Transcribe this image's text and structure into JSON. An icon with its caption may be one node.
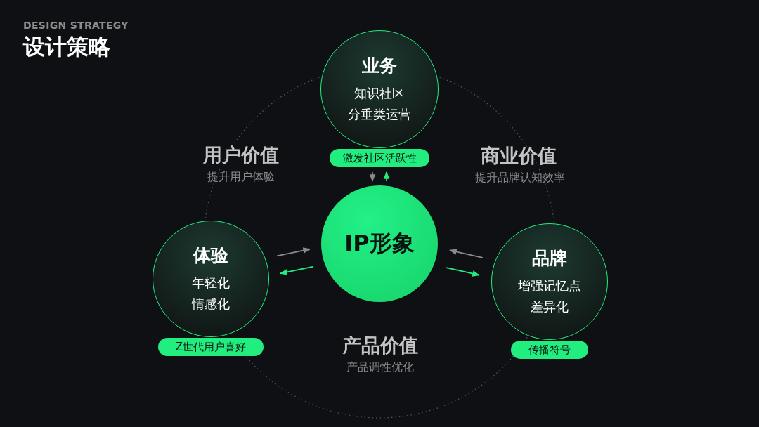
{
  "diagram": {
    "title": "设计策略",
    "nodes": [
      {
        "text": [
          "IP形象"
        ]
      },
      {
        "text": [
          "业务",
          "知识社区分垂类运营"
        ]
      },
      {
        "text": [
          "激发社区活跃性"
        ]
      },
      {
        "text": [
          "体验",
          "年轻化情感化"
        ]
      },
      {
        "text": [
          "Z世代用户喜好"
        ]
      },
      {
        "text": [
          "品牌",
          "增强记忆点差异化"
        ]
      },
      {
        "text": [
          "传播符号"
        ]
      }
    ],
    "edges": [
      {
        "from": 2,
        "to": 0,
        "arrow": "to",
        "color": "#8a8a8a"
      },
      {
        "from": 0,
        "to": 2,
        "arrow": "to",
        "color": "#22ee80"
      },
      {
        "from": 3,
        "to": 0,
        "arrow": "to",
        "color": "#8a8a8a"
      },
      {
        "from": 0,
        "to": 3,
        "arrow": "to",
        "color": "#22ee80"
      },
      {
        "from": 5,
        "to": 0,
        "arrow": "to",
        "color": "#8a8a8a"
      },
      {
        "from": 0,
        "to": 5,
        "arrow": "to",
        "color": "#22ee80"
      }
    ],
    "labels": [
      "DESIGN STRATEGY",
      "用户价值",
      "提升用户体验",
      "商业价值",
      "提升品牌认知效率",
      "产品价值",
      "产品调性优化"
    ]
  }
}
